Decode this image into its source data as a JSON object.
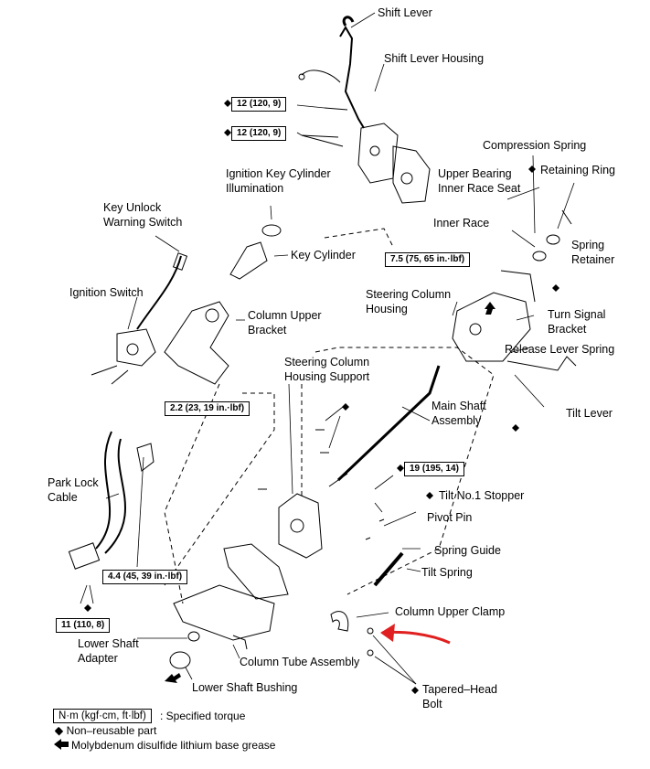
{
  "parts": {
    "shift_lever": "Shift Lever",
    "shift_lever_housing": "Shift Lever Housing",
    "compression_spring": "Compression Spring",
    "retaining_ring": "Retaining Ring",
    "upper_bearing_1": "Upper Bearing",
    "upper_bearing_2": "Inner Race Seat",
    "inner_race": "Inner Race",
    "spring_retainer_1": "Spring",
    "spring_retainer_2": "Retainer",
    "ignition_key_cyl_illum_1": "Ignition Key Cylinder",
    "ignition_key_cyl_illum_2": "Illumination",
    "key_unlock_1": "Key Unlock",
    "key_unlock_2": "Warning Switch",
    "key_cylinder": "Key Cylinder",
    "ignition_switch": "Ignition Switch",
    "steering_column_housing_1": "Steering Column",
    "steering_column_housing_2": "Housing",
    "turn_signal_1": "Turn Signal",
    "turn_signal_2": "Bracket",
    "column_upper_bracket_1": "Column Upper",
    "column_upper_bracket_2": "Bracket",
    "release_lever_spring": "Release Lever Spring",
    "housing_support_1": "Steering Column",
    "housing_support_2": "Housing Support",
    "main_shaft_1": "Main Shaft",
    "main_shaft_2": "Assembly",
    "tilt_lever": "Tilt Lever",
    "park_lock_1": "Park Lock",
    "park_lock_2": "Cable",
    "tilt_stopper": "Tilt No.1 Stopper",
    "pivot_pin": "Pivot Pin",
    "spring_guide": "Spring Guide",
    "tilt_spring": "Tilt Spring",
    "column_upper_clamp": "Column Upper Clamp",
    "lower_shaft_adapter_1": "Lower Shaft",
    "lower_shaft_adapter_2": "Adapter",
    "column_tube_assembly": "Column Tube Assembly",
    "lower_shaft_bushing": "Lower Shaft Bushing",
    "tapered_bolt_1": "Tapered–Head",
    "tapered_bolt_2": "Bolt"
  },
  "torques": {
    "t1": "12 (120, 9)",
    "t2": "12 (120, 9)",
    "t3": "7.5 (75, 65 in.·lbf)",
    "t4": "2.2 (23, 19 in.·lbf)",
    "t5": "19 (195, 14)",
    "t6": "4.4 (45, 39 in.·lbf)",
    "t7": "11 (110, 8)"
  },
  "legend": {
    "torque_box": "N·m (kgf·cm, ft·lbf)",
    "torque_desc": ": Specified torque",
    "nonreusable": "◆ Non–reusable part",
    "grease": "Molybdenum disulfide lithium base grease"
  },
  "colors": {
    "line": "#000000",
    "highlight_arrow": "#e02020"
  }
}
